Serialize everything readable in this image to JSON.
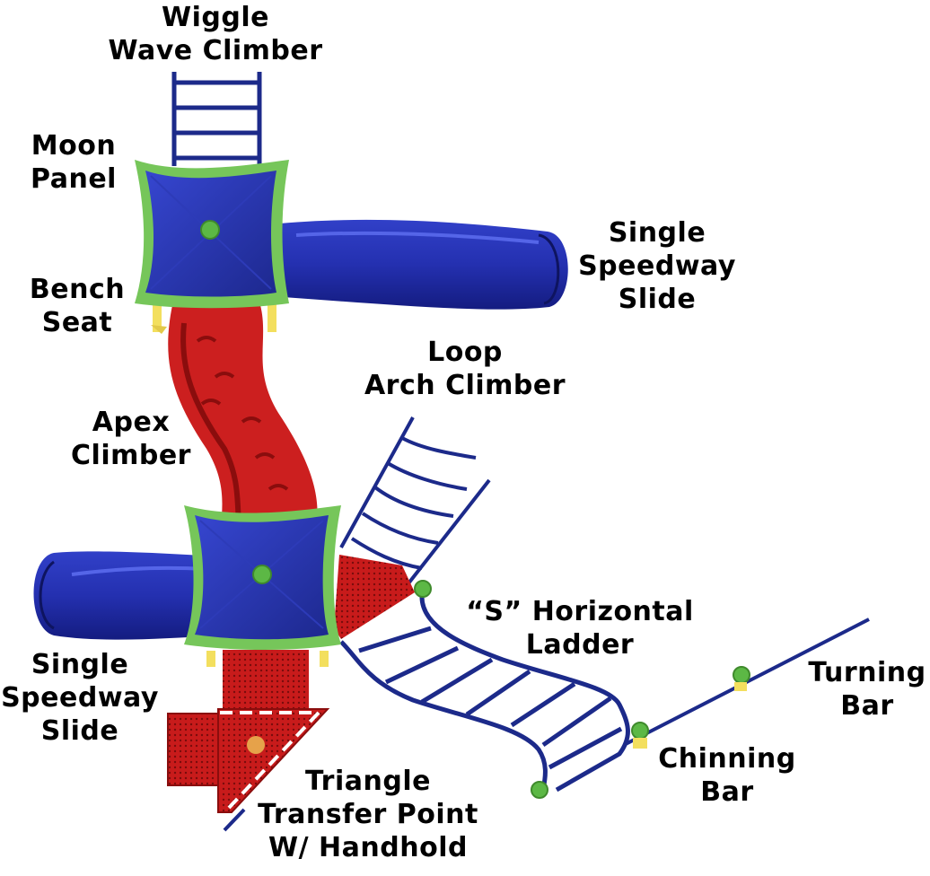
{
  "colors": {
    "blue": "#2a36b8",
    "blue_dark": "#141c78",
    "blue_light": "#4a5ae0",
    "green": "#76c65a",
    "red": "#cc1f1f",
    "red_dark": "#8a0d0d",
    "yellow": "#f3df5e",
    "frame": "#1c2a8a",
    "label": "#000000"
  },
  "labels": [
    {
      "id": "wiggle-wave-climber",
      "lines": [
        "Wiggle",
        "Wave Climber"
      ]
    },
    {
      "id": "moon-panel",
      "lines": [
        "Moon",
        "Panel"
      ]
    },
    {
      "id": "single-speedway-slide-top",
      "lines": [
        "Single",
        "Speedway",
        "Slide"
      ]
    },
    {
      "id": "bench-seat",
      "lines": [
        "Bench",
        "Seat"
      ]
    },
    {
      "id": "loop-arch-climber",
      "lines": [
        "Loop",
        "Arch Climber"
      ]
    },
    {
      "id": "apex-climber",
      "lines": [
        "Apex",
        "Climber"
      ]
    },
    {
      "id": "s-horizontal-ladder",
      "lines": [
        "“S” Horizontal",
        "Ladder"
      ]
    },
    {
      "id": "turning-bar",
      "lines": [
        "Turning",
        "Bar"
      ]
    },
    {
      "id": "single-speedway-slide-bottom",
      "lines": [
        "Single",
        "Speedway",
        "Slide"
      ]
    },
    {
      "id": "chinning-bar",
      "lines": [
        "Chinning",
        "Bar"
      ]
    },
    {
      "id": "triangle-transfer-point",
      "lines": [
        "Triangle",
        "Transfer Point",
        "W/ Handhold"
      ]
    }
  ]
}
